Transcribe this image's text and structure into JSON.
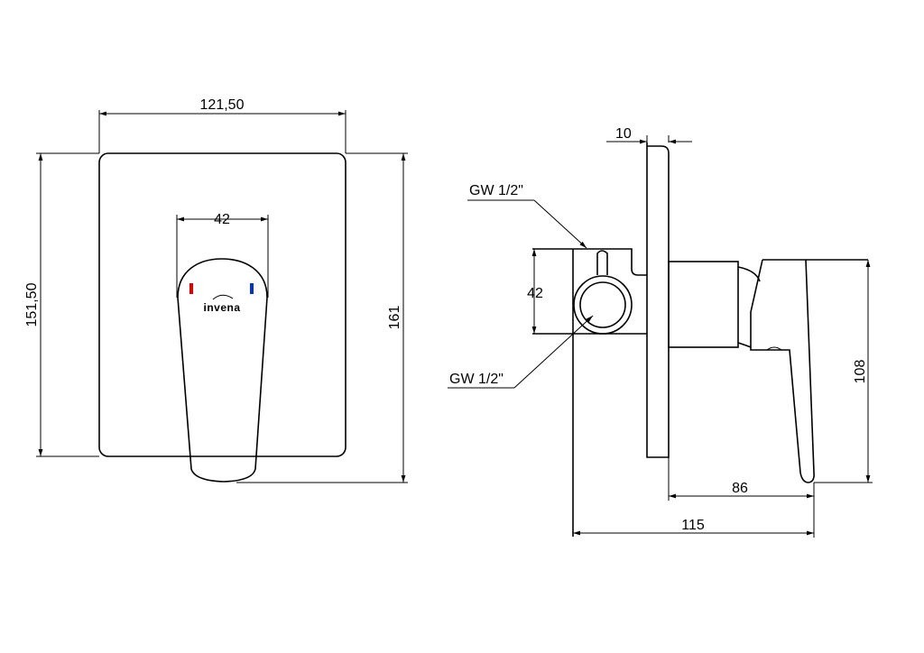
{
  "front_view": {
    "dim_width": "121,50",
    "dim_handle_width": "42",
    "dim_plate_height": "151,50",
    "dim_total_height": "161",
    "logo": "invena",
    "hot_color": "#e00000",
    "cold_color": "#0030e0"
  },
  "side_view": {
    "dim_plate_thickness": "10",
    "label_top_thread": "GW 1/2\"",
    "label_bottom_thread": "GW 1/2\"",
    "dim_body_height": "42",
    "dim_handle_height": "108",
    "dim_handle_depth": "86",
    "dim_total_depth": "115"
  }
}
